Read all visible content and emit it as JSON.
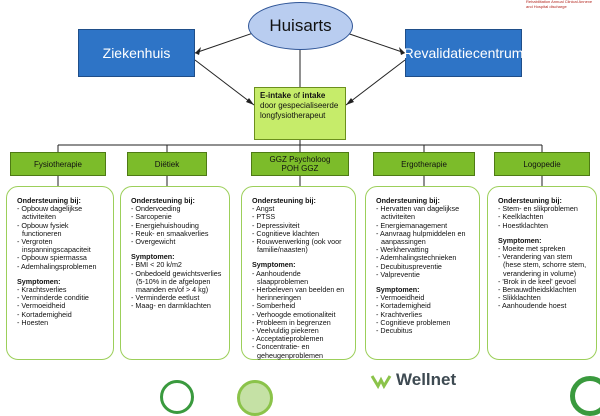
{
  "corner_note": "Rehabilitation Annual Clinical Annexe and Hospital discharge",
  "nodes": {
    "huisarts": "Huisarts",
    "ziekenhuis": "Ziekenhuis",
    "revalidatiecentrum": "Revalidatiecentrum"
  },
  "intake": {
    "part1": "E-intake",
    "part2": " of ",
    "part3": "intake",
    "part4": " door gespecialiseerde longfysiotherapeut"
  },
  "disciplines": [
    {
      "label": "Fysiotherapie"
    },
    {
      "label": "Diëtiek"
    },
    {
      "label": "GGZ Psycholoog POH GGZ"
    },
    {
      "label": "Ergotherapie"
    },
    {
      "label": "Logopedie"
    }
  ],
  "panels": [
    {
      "support_heading": "Ondersteuning bij:",
      "support": [
        "Opbouw dagelijkse activiteiten",
        "Opbouw fysiek functioneren",
        "Vergroten inspanningscapaciteit",
        "Opbouw spiermassa",
        "Ademhalingsproblemen"
      ],
      "symptoms_heading": "Symptomen:",
      "symptoms": [
        "Krachtsverlies",
        "Verminderde conditie",
        "Vermoeidheid",
        "Kortademigheid",
        "Hoesten"
      ]
    },
    {
      "support_heading": "Ondersteuning bij:",
      "support": [
        "Ondervoeding",
        "Sarcopenie",
        "Energiehuishouding",
        "Reuk- en smaakverlies",
        "Overgewicht"
      ],
      "symptoms_heading": "Symptomen:",
      "symptoms": [
        "BMI < 20 k/m2",
        "Onbedoeld gewichtsverlies (5-10% in de afgelopen maanden en/of > 4 kg)",
        "Verminderde eetlust",
        "Maag- en darmklachten"
      ]
    },
    {
      "support_heading": "Ondersteuning bij:",
      "support": [
        "Angst",
        "PTSS",
        "Depressiviteit",
        "Cognitieve klachten",
        "Rouwverwerking (ook voor familie/naasten)"
      ],
      "symptoms_heading": "Symptomen:",
      "symptoms": [
        "Aanhoudende slaapproblemen",
        "Herbeleven van beelden en herinneringen",
        "Somberheid",
        "Verhoogde emotionaliteit",
        "Probleem in begrenzen",
        "Veelvuldig piekeren",
        "Acceptatieproblemen",
        "Concentratie- en geheugenproblemen"
      ]
    },
    {
      "support_heading": "Ondersteuning bij:",
      "support": [
        "Hervatten van dagelijkse activiteiten",
        "Energiemanagement",
        "Aanvraag hulpmiddelen en aanpassingen",
        "Werkhervatting",
        "Ademhalingstechnieken",
        "Decubituspreventie",
        "Valpreventie"
      ],
      "symptoms_heading": "Symptomen:",
      "symptoms": [
        "Vermoeidheid",
        "Kortademigheid",
        "Krachtverlies",
        "Cognitieve problemen",
        "Decubitus"
      ]
    },
    {
      "support_heading": "Ondersteuning bij:",
      "support": [
        "Stem- en slikproblemen",
        "Keelklachten",
        "Hoestklachten"
      ],
      "symptoms_heading": "Symptomen:",
      "symptoms": [
        "Moeite met spreken",
        "Verandering van stem (hese stem, schorre stem, verandering in volume)",
        "'Brok in de keel' gevoel",
        "Benauwdheidsklachten",
        "Slikklachten",
        "Aanhoudende hoest"
      ]
    }
  ],
  "footer": {
    "partner_text": "Wellnet"
  },
  "colors": {
    "blue_box": "#2e74c6",
    "ellipse": "#b9cdf0",
    "intake": "#c6ec6a",
    "discipline": "#7cbc2a",
    "panel_border": "#9ccf5a"
  }
}
